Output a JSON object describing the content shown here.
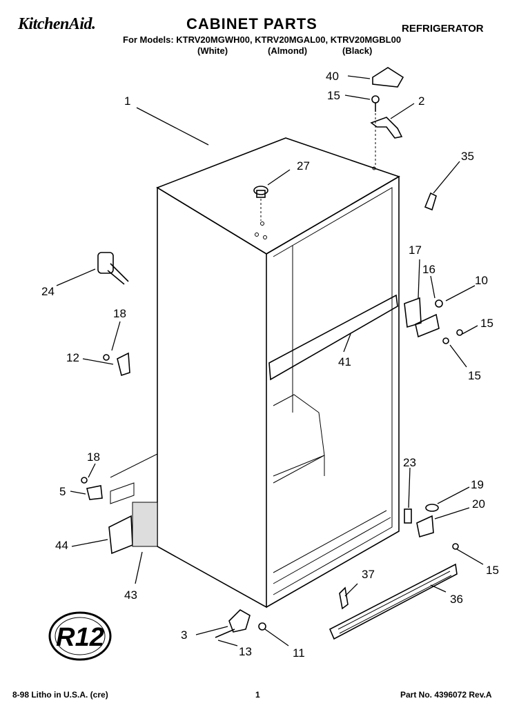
{
  "header": {
    "brand": "KitchenAid.",
    "title": "CABINET PARTS",
    "category": "REFRIGERATOR",
    "models_line": "For Models: KTRV20MGWH00, KTRV20MGAL00, KTRV20MGBL00",
    "variants": [
      "(White)",
      "(Almond)",
      "(Black)"
    ]
  },
  "parts": {
    "p1": "1",
    "p2": "2",
    "p3": "3",
    "p5": "5",
    "p10": "10",
    "p11": "11",
    "p12": "12",
    "p13": "13",
    "p15a": "15",
    "p15b": "15",
    "p15c": "15",
    "p15d": "15",
    "p16": "16",
    "p17": "17",
    "p18a": "18",
    "p18b": "18",
    "p19": "19",
    "p20": "20",
    "p23": "23",
    "p24": "24",
    "p27": "27",
    "p35": "35",
    "p36": "36",
    "p37": "37",
    "p40": "40",
    "p41": "41",
    "p43": "43",
    "p44": "44"
  },
  "badge": {
    "text": "R12"
  },
  "footer": {
    "litho": "8-98 Litho in U.S.A. (cre)",
    "page": "1",
    "part_no": "Part No. 4396072 Rev.A"
  }
}
